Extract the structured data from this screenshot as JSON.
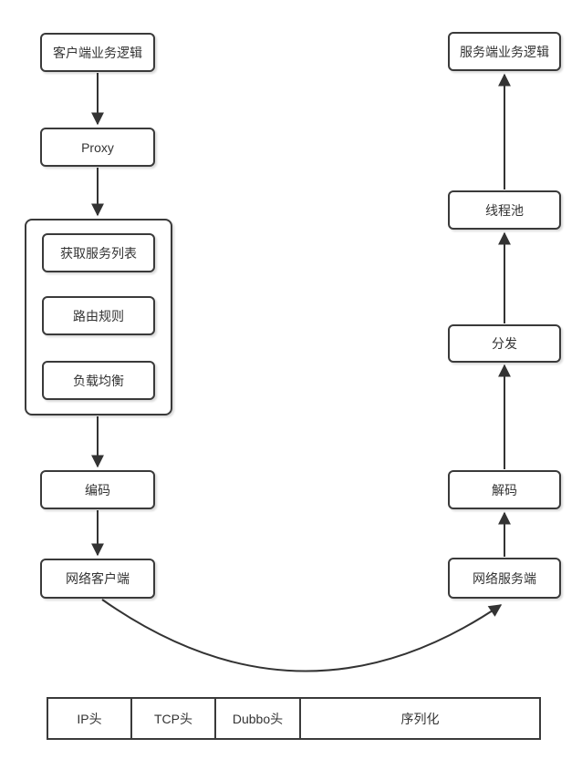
{
  "colors": {
    "border": "#3a3a3a",
    "text": "#333333",
    "background": "#ffffff"
  },
  "nodes": {
    "client_logic": "客户端业务逻辑",
    "proxy": "Proxy",
    "get_service_list": "获取服务列表",
    "routing_rules": "路由规则",
    "load_balance": "负载均衡",
    "encode": "编码",
    "network_client": "网络客户端",
    "server_logic": "服务端业务逻辑",
    "thread_pool": "线程池",
    "dispatch": "分发",
    "decode": "解码",
    "network_server": "网络服务端"
  },
  "packet_bar": {
    "segments": [
      {
        "label": "IP头"
      },
      {
        "label": "TCP头"
      },
      {
        "label": "Dubbo头"
      },
      {
        "label": "序列化"
      }
    ]
  }
}
